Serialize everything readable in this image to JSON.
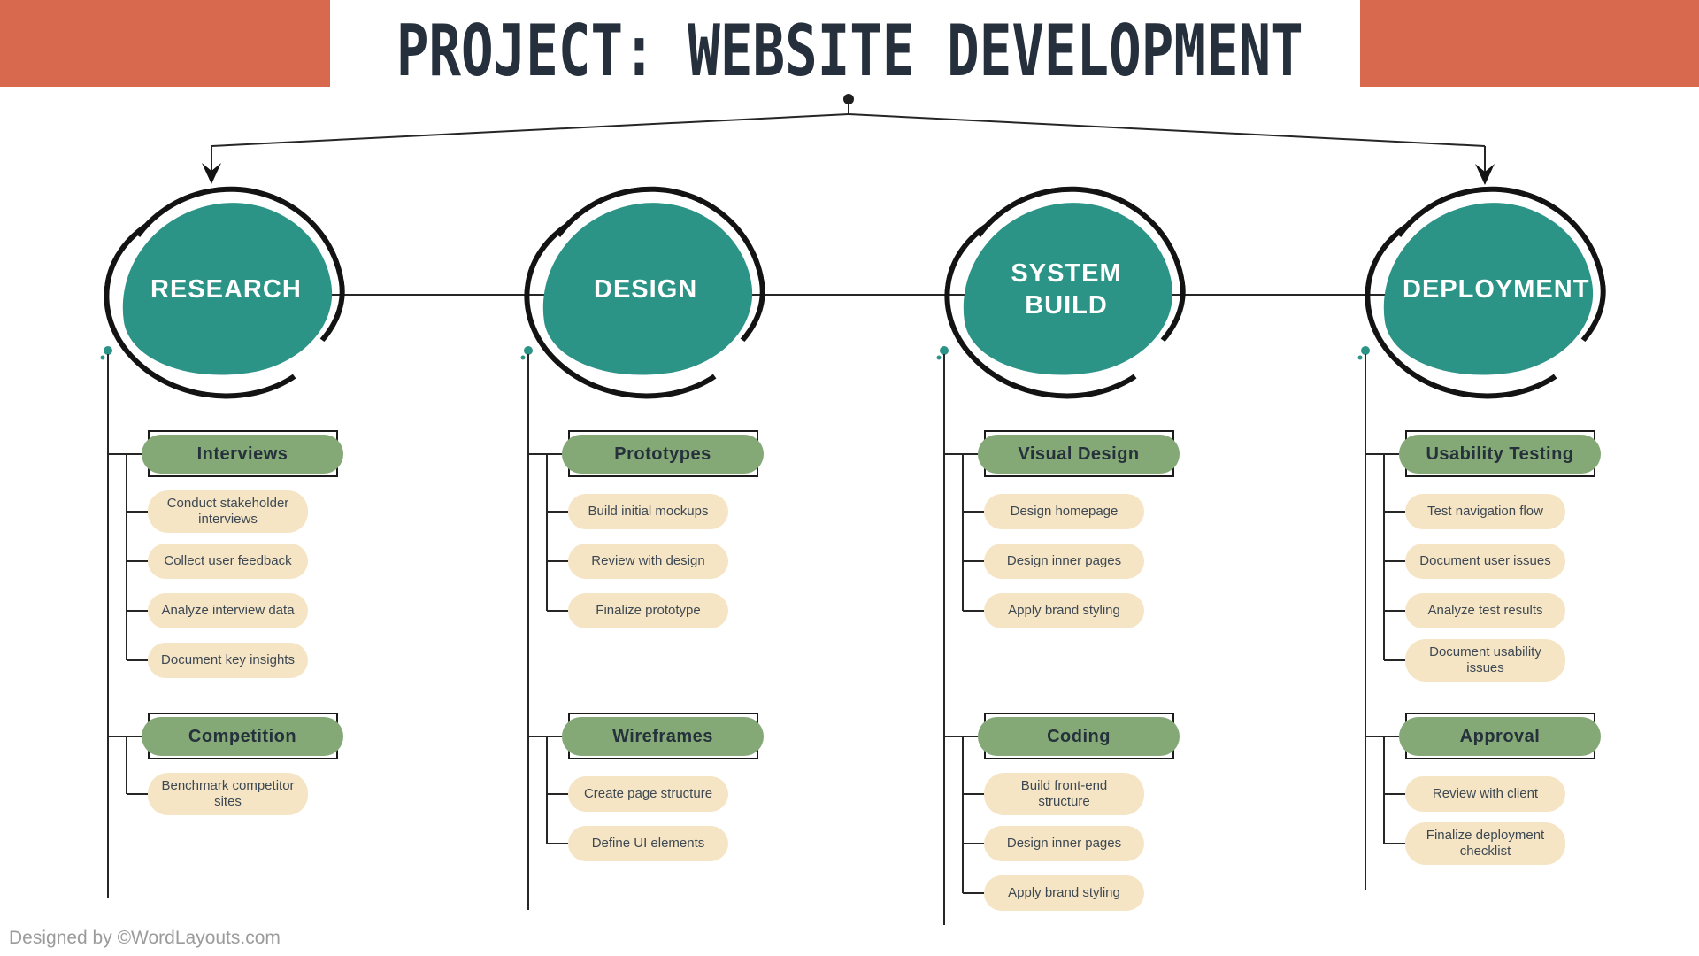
{
  "title": "PROJECT: WEBSITE DEVELOPMENT",
  "footer": "Designed by ©WordLayouts.com",
  "colors": {
    "header_bar_orange": "#D9694E",
    "stage_teal": "#2B9486",
    "group_green": "#85A877",
    "task_cream": "#F5E5C5",
    "title_dark": "#25303C",
    "connector_line": "#262626",
    "footer_gray": "#9B9B9B"
  },
  "branches": [
    {
      "name": "RESEARCH",
      "groups": [
        {
          "header": "Interviews",
          "items": [
            "Conduct stakeholder interviews",
            "Collect user feedback",
            "Analyze interview data",
            "Document key insights"
          ]
        },
        {
          "header": "Competition",
          "items": [
            "Benchmark competitor sites"
          ]
        }
      ]
    },
    {
      "name": "DESIGN",
      "groups": [
        {
          "header": "Prototypes",
          "items": [
            "Build initial mockups",
            "Review with design",
            "Finalize prototype"
          ]
        },
        {
          "header": "Wireframes",
          "items": [
            "Create page structure",
            "Define UI elements"
          ]
        }
      ]
    },
    {
      "name": "SYSTEM BUILD",
      "groups": [
        {
          "header": "Visual Design",
          "items": [
            "Design homepage",
            "Design inner pages",
            "Apply brand styling"
          ]
        },
        {
          "header": "Coding",
          "items": [
            "Build front-end structure",
            "Design inner pages",
            "Apply brand styling"
          ]
        }
      ]
    },
    {
      "name": "DEPLOYMENT",
      "groups": [
        {
          "header": "Usability Testing",
          "items": [
            "Test navigation flow",
            "Document user issues",
            "Analyze test results",
            "Document usability issues"
          ]
        },
        {
          "header": "Approval",
          "items": [
            "Review with client",
            "Finalize deployment checklist"
          ]
        }
      ]
    }
  ]
}
